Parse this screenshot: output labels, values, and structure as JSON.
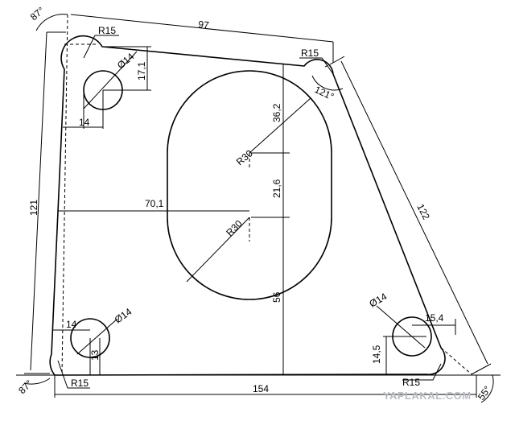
{
  "drawing": {
    "dims": {
      "top_97": "97",
      "top_left_angle": "87°",
      "r15_top_left": "R15",
      "r15_top_right": "R15",
      "angle_121": "121°",
      "d14_top": "Ø14",
      "v_17_1": "17,1",
      "h_14_top": "14",
      "v_36_2": "36,2",
      "r30_top": "R30",
      "v_21_6": "21,6",
      "h_70_1": "70,1",
      "r30_bottom": "R30",
      "left_121": "121",
      "right_122": "122",
      "v_56": "56",
      "d14_bottom_left": "Ø14",
      "h_14_bottom": "14",
      "v_13": "13",
      "d14_bottom_right": "Ø14",
      "h_15_4": "15,4",
      "v_14_5": "14,5",
      "r15_bottom_right": "R15",
      "r15_bottom_left": "R15",
      "bottom_left_angle": "87°",
      "bottom_154": "154",
      "bottom_right_angle": "55°"
    },
    "watermark": "YAPLAKAL.COM"
  }
}
